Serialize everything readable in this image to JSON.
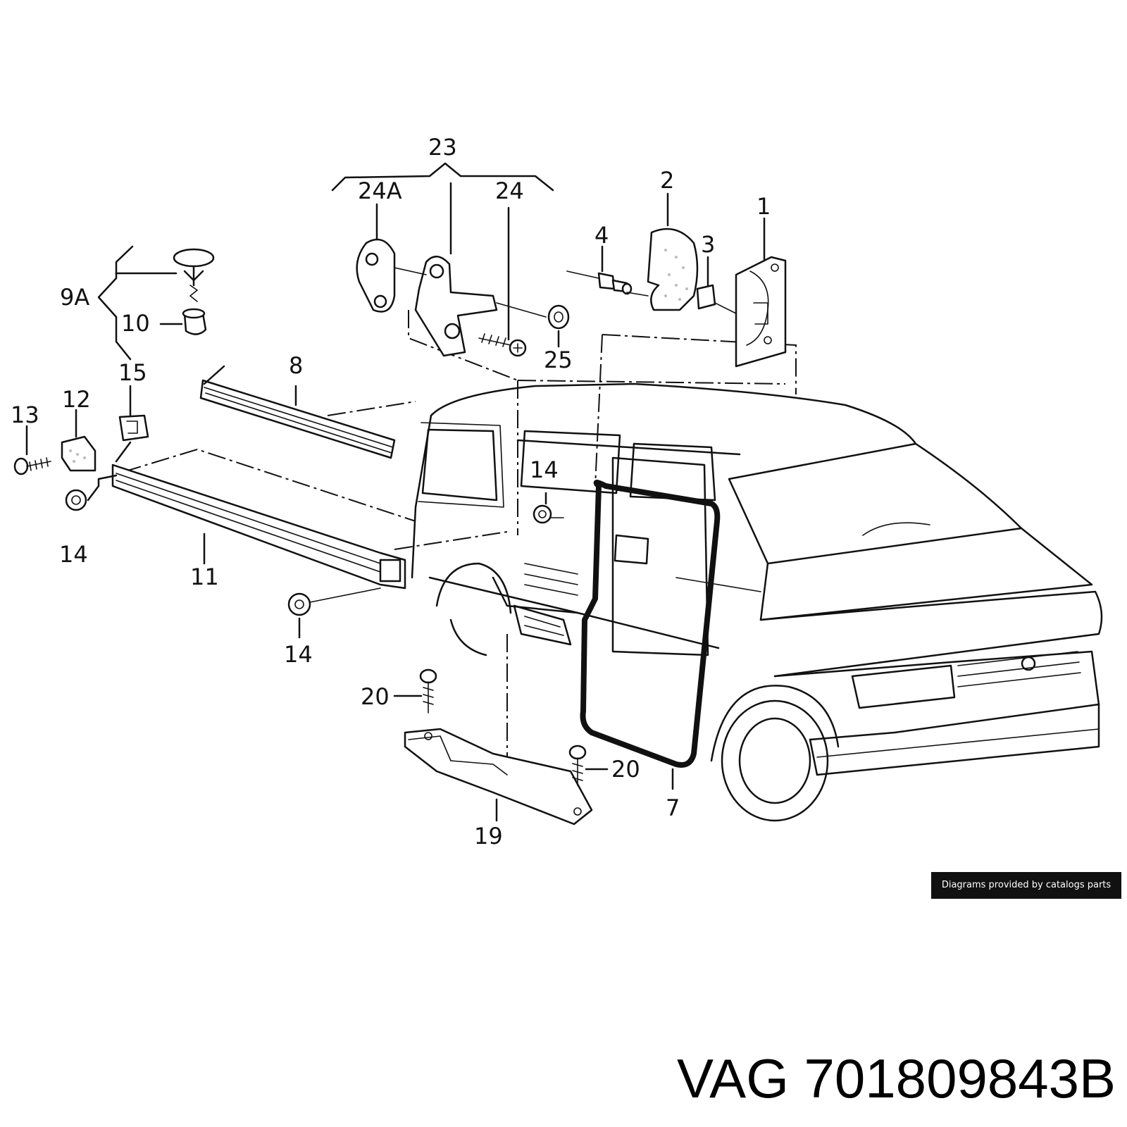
{
  "callouts": {
    "c23": "23",
    "c24a": "24A",
    "c24": "24",
    "c2": "2",
    "c1": "1",
    "c4": "4",
    "c3": "3",
    "c9a": "9A",
    "c10": "10",
    "c8": "8",
    "c15": "15",
    "c12": "12",
    "c13": "13",
    "c25": "25",
    "c14a": "14",
    "c14b": "14",
    "c14c": "14",
    "c11": "11",
    "c20a": "20",
    "c20b": "20",
    "c7": "7",
    "c19": "19"
  },
  "credit": "Diagrams provided by catalogs parts",
  "part_number": {
    "brand": "VAG",
    "number": "701809843B"
  }
}
